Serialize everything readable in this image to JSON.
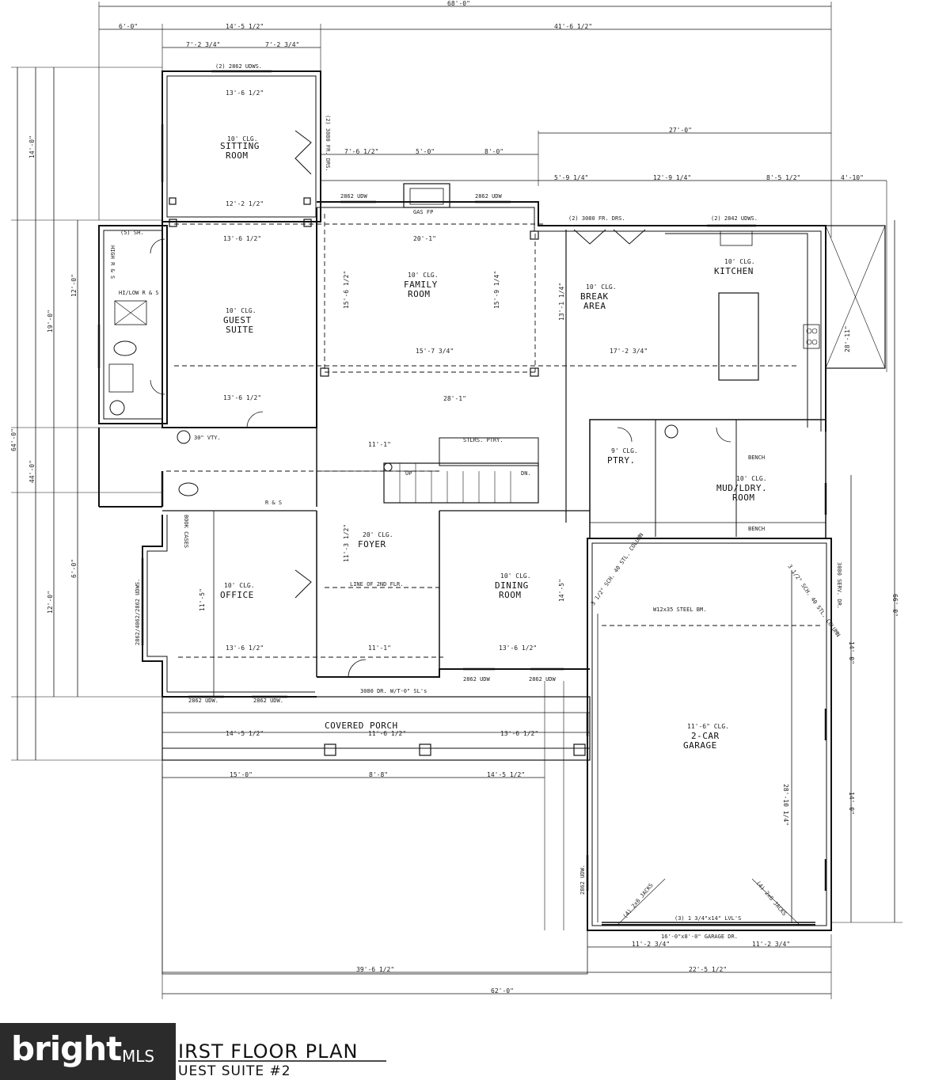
{
  "plan": {
    "title": "IRST FLOOR PLAN",
    "subtitle": "UEST SUITE #2"
  },
  "brand": {
    "name": "bright",
    "suffix": "MLS"
  },
  "dimensions": {
    "overall_top": "68'-0\"",
    "top_left": "6'-0\"",
    "top_mid": "14'-5 1/2\"",
    "top_right": "41'-6 1/2\"",
    "sitting_a": "7'-2 3/4\"",
    "sitting_b": "7'-2 3/4\"",
    "sitting_w": "13'-6 1/2\"",
    "sitting_inner": "12'-2 1/2\"",
    "kitchen_run": "27'-0\"",
    "fam_a": "7'-6 1/2\"",
    "fam_b": "5'-0\"",
    "fam_c": "8'-0\"",
    "k_a": "5'-9 1/4\"",
    "k_b": "12'-9 1/4\"",
    "k_c": "8'-5 1/2\"",
    "k_d": "4'-10\"",
    "family_w": "20'-1\"",
    "family_h": "15'-6 1/2\"",
    "family_h2": "15'-9 1/4\"",
    "family_bot": "15'-7 3/4\"",
    "guest_w": "13'-6 1/2\"",
    "guest_bot": "13'-6 1/2\"",
    "break_h": "13'-1 1/4\"",
    "break_bot": "17'-2 3/4\"",
    "hall_w": "28'-1\"",
    "office_w": "13'-6 1/2\"",
    "office_h": "11'-5\"",
    "dining_w": "13'-6 1/2\"",
    "dining_h": "14'-5\"",
    "foyer_w": "11'-1\"",
    "foyer_h": "11'-3 1/2\"",
    "porch_w": "11'-6 1/2\"",
    "porch_left": "14'-5 1/2\"",
    "porch_right": "13'-6 1/2\"",
    "garage_depth": "28'-10 1/4\"",
    "garage_w1": "11'-2 3/4\"",
    "garage_w2": "11'-2 3/4\"",
    "bottom_left": "39'-6 1/2\"",
    "bottom_right": "22'-5 1/2\"",
    "overall_bottom": "62'-0\"",
    "lower_a": "15'-0\"",
    "lower_b": "8'-8\"",
    "lower_c": "14'-5 1/2\"",
    "left_total": "64'-0\"",
    "left_a": "14'-0\"",
    "left_b": "44'-0\"",
    "left_c": "19'-0\"",
    "left_d": "12'-0\"",
    "left_e": "12'-0\"",
    "left_f": "6'-0\"",
    "right_total": "66'-0\"",
    "right_a": "14'-0\"",
    "right_b": "14'-0\"",
    "right_c": "28'-11\""
  },
  "rooms": {
    "sitting": {
      "ceiling": "10' CLG.",
      "name1": "SITTING",
      "name2": "ROOM"
    },
    "guest": {
      "ceiling": "10' CLG.",
      "name1": "GUEST",
      "name2": "SUITE"
    },
    "family": {
      "ceiling": "10' CLG.",
      "name1": "FAMILY",
      "name2": "ROOM"
    },
    "break": {
      "ceiling": "10' CLG.",
      "name1": "BREAK",
      "name2": "AREA"
    },
    "kitchen": {
      "ceiling": "10' CLG.",
      "name1": "KITCHEN"
    },
    "foyer": {
      "ceiling": "20' CLG.",
      "name1": "FOYER"
    },
    "office": {
      "ceiling": "10' CLG.",
      "name1": "OFFICE"
    },
    "dining": {
      "ceiling": "10' CLG.",
      "name1": "DINING",
      "name2": "ROOM"
    },
    "mud": {
      "ceiling": "10' CLG.",
      "name1": "MUD/LDRY.",
      "name2": "ROOM"
    },
    "ptry": {
      "ceiling": "9' CLG.",
      "name1": "PTRY."
    },
    "porch": {
      "name1": "COVERED PORCH"
    },
    "garage": {
      "ceiling": "11'-6\" CLG.",
      "name1": "2-CAR",
      "name2": "GARAGE"
    }
  },
  "labels": {
    "windows_sitting": "(2) 2862 UDWS.",
    "windows_fam_l": "2862 UDW",
    "windows_fam_r": "2862 UDW",
    "windows_kitchen": "(2) 2842 UDWS.",
    "gas_fp": "GAS FP",
    "fr_drs_sitting": "(2) 3080 FR. DRS.",
    "fr_drs_break": "(2) 3080 FR. DRS.",
    "stairs_ptry": "STLRS. PTRY.",
    "line_2nd": "LINE OF 2ND FLR.",
    "front_door": "3080 DR. W/T-0\" SL's",
    "garage_door": "16'-0\"x8'-0\" GARAGE DR.",
    "lvl": "(3) 1 3/4\"x14\" LVL'S",
    "steel_beam": "W12x35 STEEL BM.",
    "bench": "BENCH",
    "bench2": "BENCH",
    "sh": "(5) SH.",
    "r_s": "R & S",
    "hi_lo": "HI/LOW R & S",
    "high_rs": "HIGH R & S",
    "vty": "30\" VTY.",
    "up": "UP",
    "dn": "DN.",
    "office_windows": "2862/4062/2862 UDWS.",
    "porch_w1": "2862 UDW.",
    "porch_w2": "2862 UDW.",
    "dining_w1": "2862 UDW",
    "dining_w2": "2862 UDW",
    "garage_w": "2862 UDW.",
    "jacks_l": "(4) 2x6 JACKS",
    "jacks_r": "(4) 2x6 JACKS",
    "serv_dr": "3080 SERV. DR.",
    "stl_col_l": "3 1/2\" SCH. 40 STL. COLUMN",
    "stl_col_r": "3 1/2\" SCH. 40 STL. COLUMN",
    "book_cases": "BOOK CASES"
  }
}
